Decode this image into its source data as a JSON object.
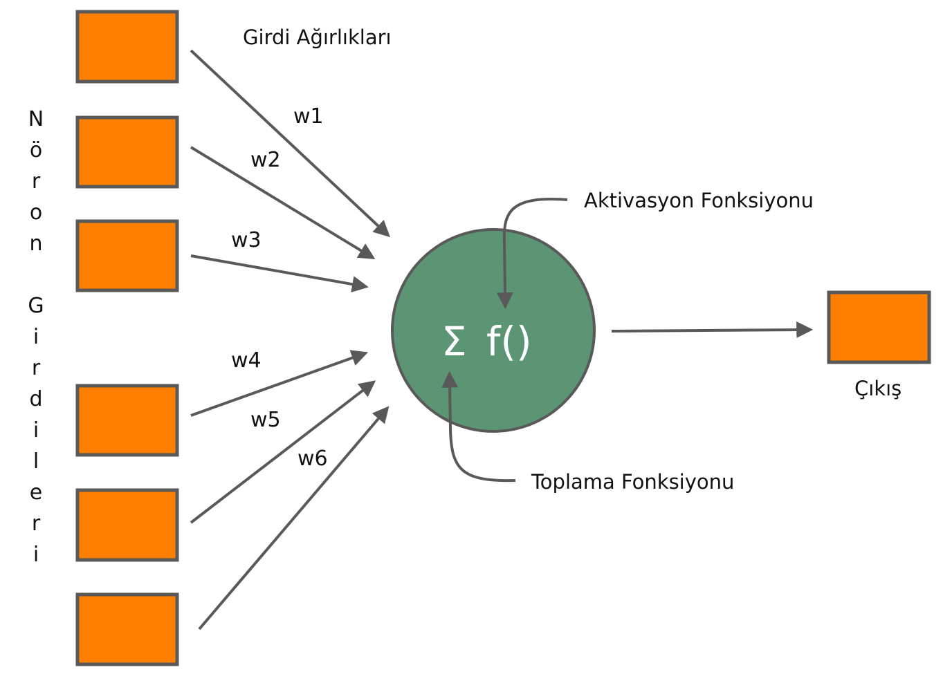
{
  "labels": {
    "input_weights": "Girdi Ağırlıkları",
    "activation_function": "Aktivasyon Fonksiyonu",
    "summation_function": "Toplama Fonksiyonu",
    "output": "Çıkış",
    "neuron_inputs": "Nöron Girdileri"
  },
  "neuron": {
    "sum_symbol": "Σ",
    "function_symbol": "f()"
  },
  "weights": [
    "w1",
    "w2",
    "w3",
    "w4",
    "w5",
    "w6"
  ],
  "colors": {
    "input_box": "#ff8000",
    "neuron": "#5b9574",
    "stroke": "#595959"
  }
}
